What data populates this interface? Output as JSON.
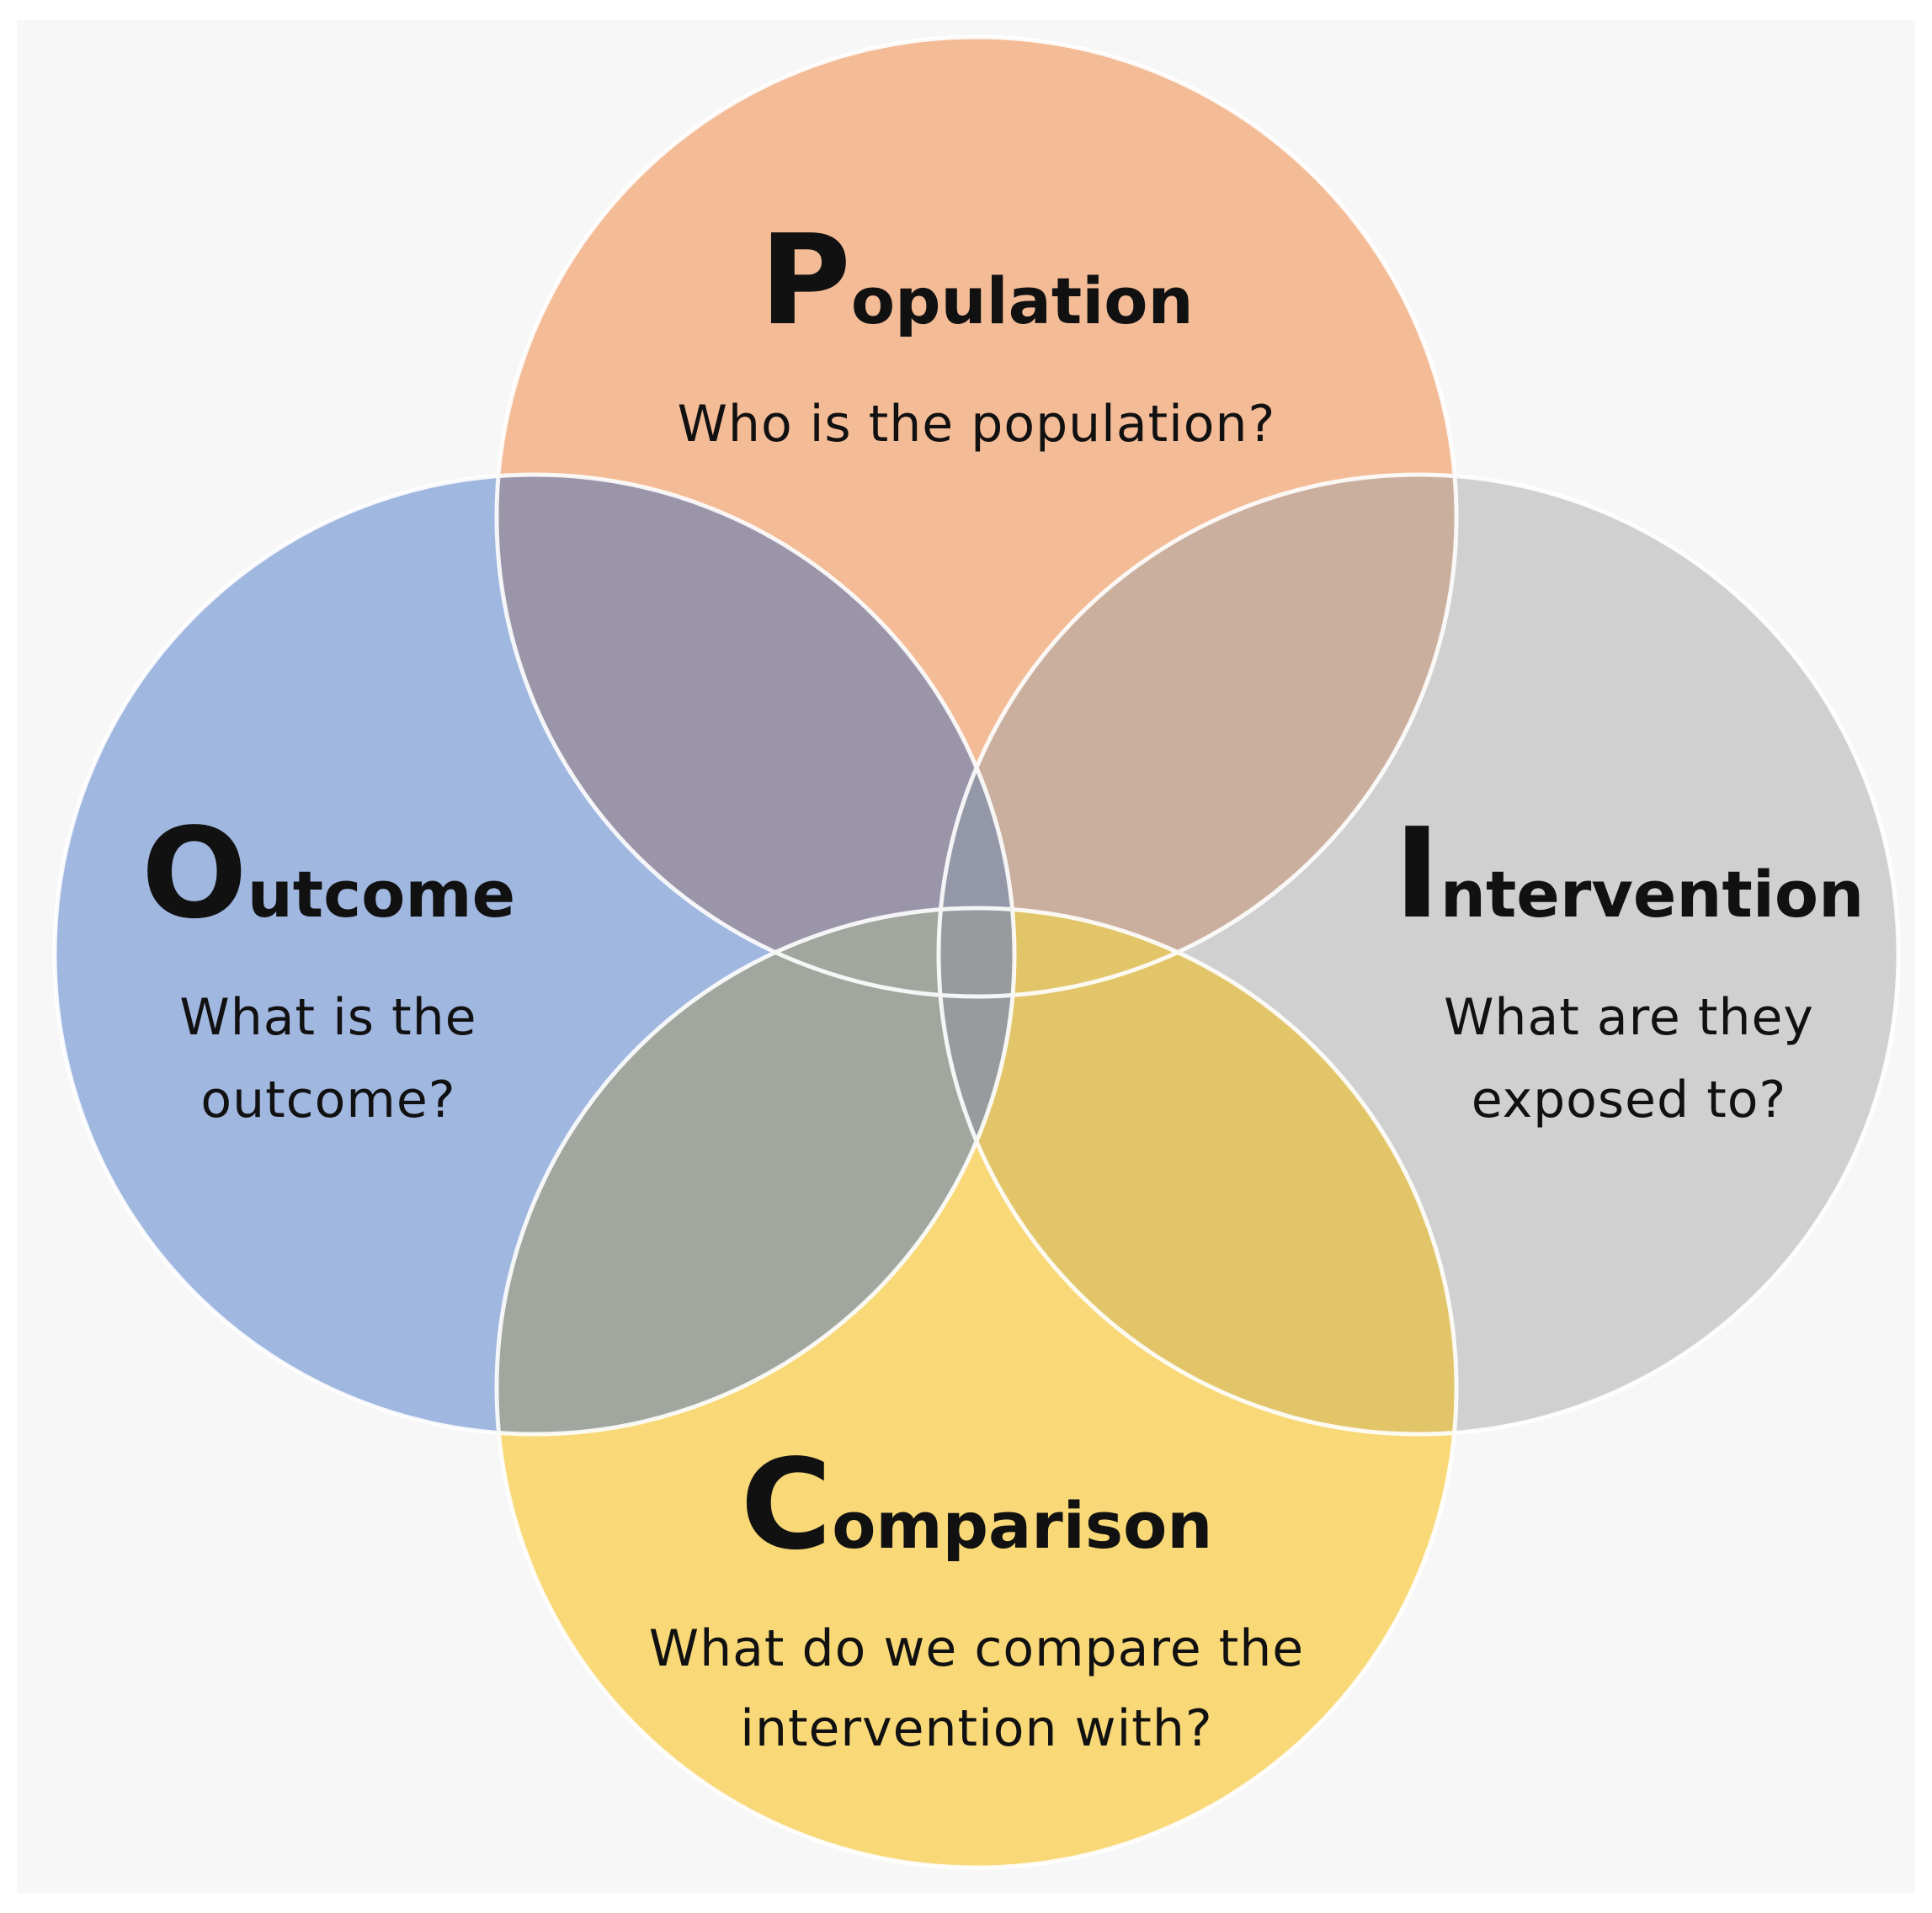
{
  "diagram": {
    "circles": [
      {
        "id": "population",
        "color": "#f3bb96",
        "initial": "P",
        "rest": "opulation",
        "question_lines": [
          "Who is the population?"
        ]
      },
      {
        "id": "outcome",
        "color": "#a0b7e0",
        "initial": "O",
        "rest": "utcome",
        "question_lines": [
          "What is the",
          "outcome?"
        ]
      },
      {
        "id": "intervention",
        "color": "#d0d0d0",
        "initial": "I",
        "rest": "ntervention",
        "question_lines": [
          "What are they",
          "exposed to?"
        ]
      },
      {
        "id": "comparison",
        "color": "#f8d877",
        "initial": "C",
        "rest": "omparison",
        "question_lines": [
          "What do we compare the",
          "intervention with?"
        ]
      }
    ],
    "overlap_colors": {
      "population_outcome": "#9b95aa",
      "population_intervention": "#cbaf9e",
      "outcome_comparison": "#a1a79f",
      "intervention_comparison": "#e2c569",
      "center": "#8a93a8"
    }
  }
}
